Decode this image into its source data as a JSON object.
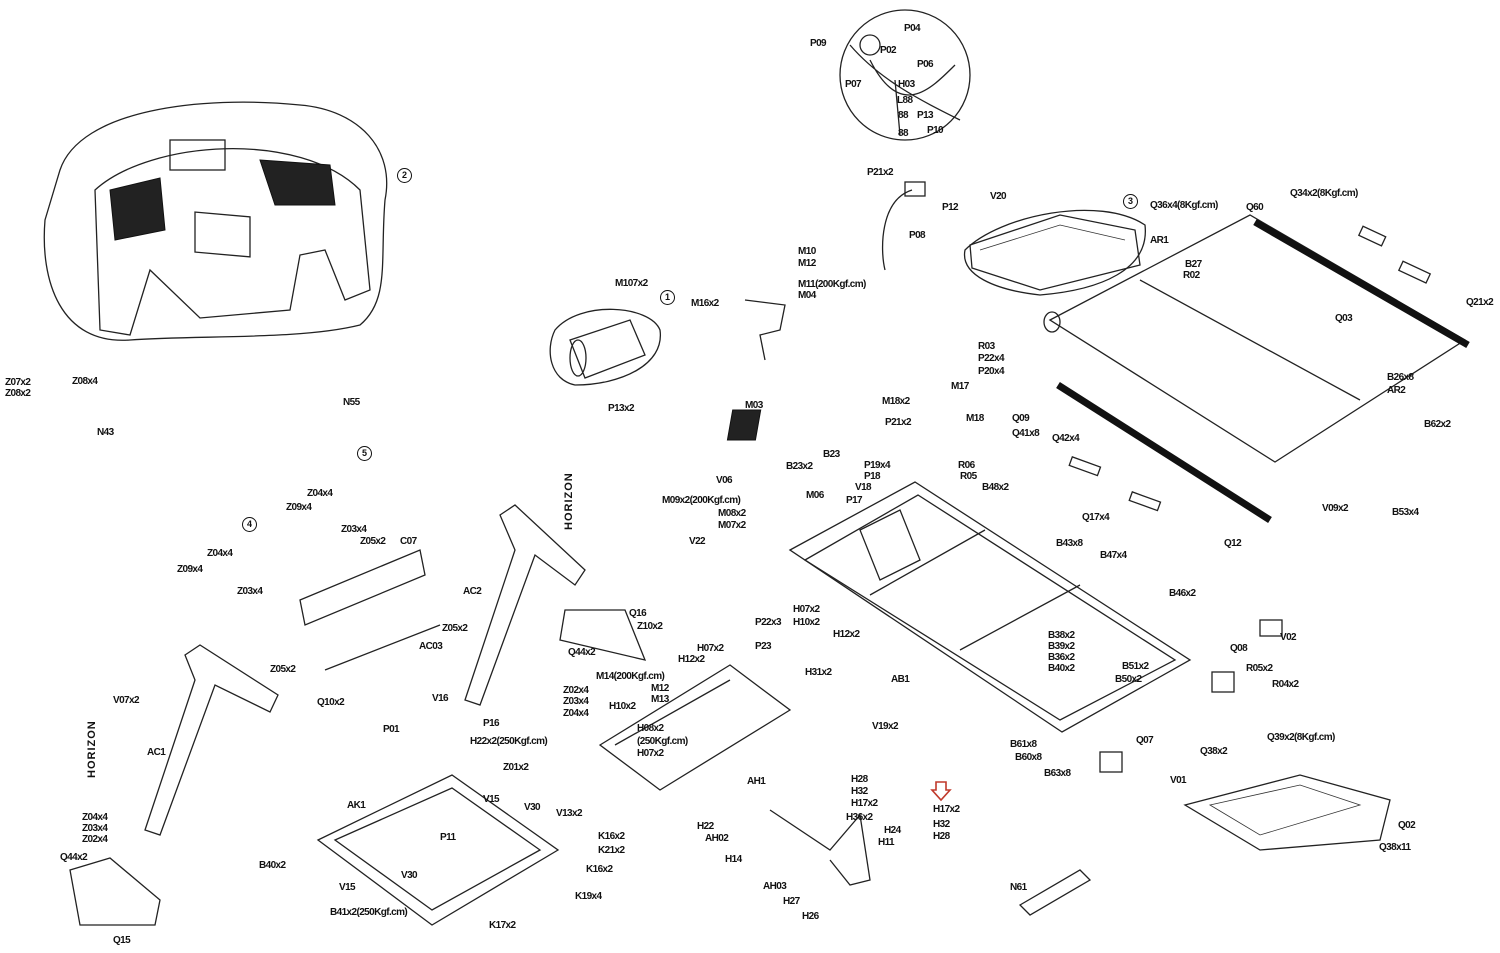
{
  "diagram": {
    "callouts": [
      "2",
      "1",
      "3",
      "5",
      "4"
    ],
    "brand_marks": [
      "HORIZON",
      "HORIZON"
    ],
    "highlight_arrow_color": "#c0392b",
    "labels": [
      "Z07x2",
      "Z08x2",
      "Z08x4",
      "N55",
      "N43",
      "Z04x4",
      "Z09x4",
      "Z03x4",
      "Z05x2",
      "C07",
      "Z04x4",
      "Z09x4",
      "Z03x4",
      "Z05x2",
      "AC03",
      "Z05x2",
      "Q10x2",
      "V07x2",
      "AC1",
      "Z04x4",
      "Z03x4",
      "Z02x4",
      "Q44x2",
      "Q15",
      "AC2",
      "V16",
      "P01",
      "P16",
      "Z02x4",
      "Z03x4",
      "Z04x4",
      "H22x2(250Kgf.cm)",
      "Z01x2",
      "V15",
      "V30",
      "V13x2",
      "AK1",
      "P11",
      "K16x2",
      "K21x2",
      "K16x2",
      "B40x2",
      "V30",
      "V15",
      "K19x4",
      "B41x2(250Kgf.cm)",
      "K17x2",
      "Q16",
      "Z10x2",
      "Q44x2",
      "M14(200Kgf.cm)",
      "M12",
      "M13",
      "H10x2",
      "H08x2",
      "(250Kgf.cm)",
      "H07x2",
      "AH1",
      "P22x3",
      "P23",
      "H07x2",
      "H10x2",
      "H12x2",
      "H07x2",
      "H12x2",
      "H31x2",
      "V06",
      "M09x2(200Kgf.cm)",
      "M08x2",
      "M07x2",
      "V22",
      "M06",
      "B23x2",
      "B23",
      "P19x4",
      "P18",
      "V18",
      "P17",
      "R06",
      "R05",
      "B48x2",
      "B43x8",
      "B47x4",
      "B46x2",
      "AB1",
      "B38x2",
      "B39x2",
      "B36x2",
      "B40x2",
      "B51x2",
      "B50x2",
      "V19x2",
      "B61x8",
      "B60x8",
      "B63x8",
      "Q07",
      "V01",
      "Q02",
      "Q38x11",
      "Q08",
      "R05x2",
      "R04x2",
      "Q38x2",
      "Q39x2(8Kgf.cm)",
      "V02",
      "P09",
      "P04",
      "P02",
      "P06",
      "P07",
      "H03",
      "L88",
      "88",
      "88",
      "P13",
      "P10",
      "P21x2",
      "P12",
      "P08",
      "V20",
      "Q36x4(8Kgf.cm)",
      "Q34x2(8Kgf.cm)",
      "Q60",
      "AR1",
      "B27",
      "R02",
      "Q03",
      "Q21x2",
      "R03",
      "P22x4",
      "P20x4",
      "M17",
      "M18x2",
      "M18",
      "Q09",
      "Q41x8",
      "Q42x4",
      "B26x8",
      "AR2",
      "B62x2",
      "V09x2",
      "B53x4",
      "Q17x4",
      "Q12",
      "M107x2",
      "M10",
      "M12",
      "M11(200Kgf.cm)",
      "M04",
      "M16x2",
      "P13x2",
      "M03",
      "P21x2",
      "H28",
      "H32",
      "H17x2",
      "H36x2",
      "H17x2",
      "H32",
      "H28",
      "H24",
      "H11",
      "H22",
      "AH02",
      "H14",
      "AH03",
      "H27",
      "H26",
      "N61"
    ]
  }
}
